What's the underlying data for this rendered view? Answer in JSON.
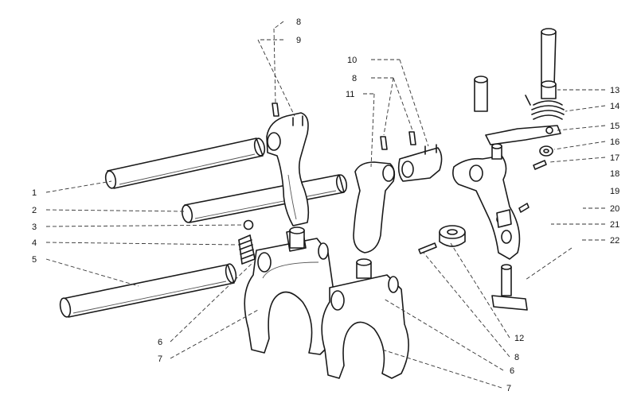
{
  "diagram": {
    "callouts": [
      {
        "id": "c1",
        "text": "1"
      },
      {
        "id": "c2",
        "text": "2"
      },
      {
        "id": "c3",
        "text": "3"
      },
      {
        "id": "c4",
        "text": "4"
      },
      {
        "id": "c5",
        "text": "5"
      },
      {
        "id": "c6a",
        "text": "6"
      },
      {
        "id": "c7a",
        "text": "7"
      },
      {
        "id": "c8a",
        "text": "8"
      },
      {
        "id": "c9",
        "text": "9"
      },
      {
        "id": "c10",
        "text": "10"
      },
      {
        "id": "c8b",
        "text": "8"
      },
      {
        "id": "c11",
        "text": "11"
      },
      {
        "id": "c12",
        "text": "12"
      },
      {
        "id": "c8c",
        "text": "8"
      },
      {
        "id": "c6b",
        "text": "6"
      },
      {
        "id": "c7b",
        "text": "7"
      },
      {
        "id": "c13",
        "text": "13"
      },
      {
        "id": "c14",
        "text": "14"
      },
      {
        "id": "c15",
        "text": "15"
      },
      {
        "id": "c16",
        "text": "16"
      },
      {
        "id": "c17",
        "text": "17"
      },
      {
        "id": "c18",
        "text": "18"
      },
      {
        "id": "c19",
        "text": "19"
      },
      {
        "id": "c20",
        "text": "20"
      },
      {
        "id": "c21",
        "text": "21"
      },
      {
        "id": "c22",
        "text": "22"
      }
    ]
  }
}
